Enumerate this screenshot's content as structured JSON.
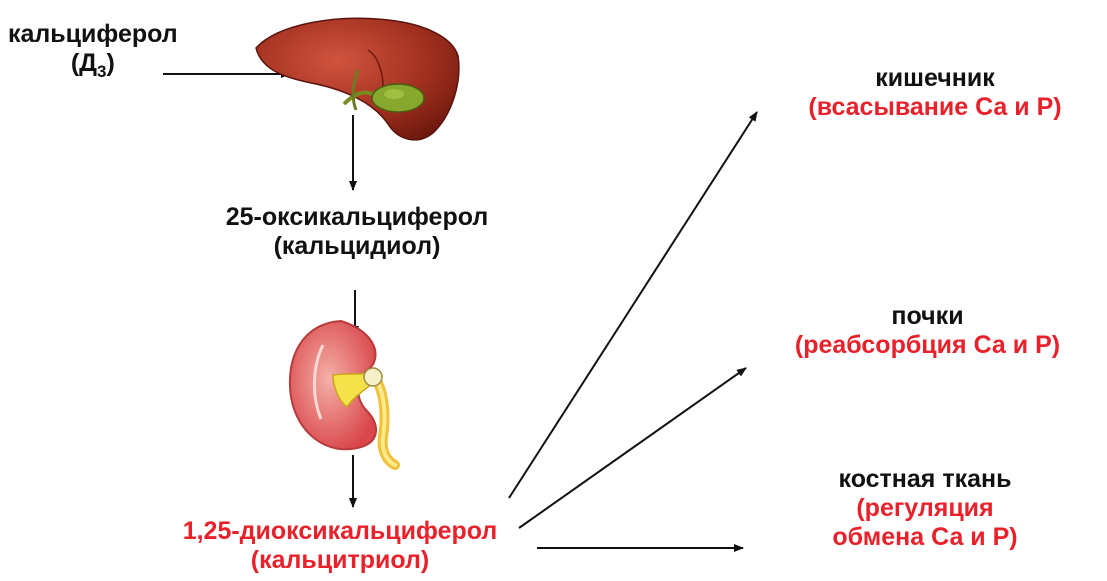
{
  "colors": {
    "text": "#111111",
    "accent": "#e8212a",
    "arrow": "#111111"
  },
  "source": {
    "line1": "кальциферол",
    "line2_main": "(Д",
    "line2_sub": "3",
    "line2_end": ")"
  },
  "step1": {
    "line1": "25-оксикальциферол",
    "line2": "(кальцидиол)"
  },
  "step2": {
    "line1": "1,25-диоксикальциферол",
    "line2": "(кальцитриол)"
  },
  "targets": {
    "intestine": {
      "name": "кишечник",
      "effect": "(всасывание Са и Р)"
    },
    "kidneys": {
      "name": "почки",
      "effect": "(реабсорбция Са и Р)"
    },
    "bone": {
      "name": "костная ткань",
      "effect1": "(регуляция",
      "effect2": "обмена Са и Р)"
    }
  },
  "icons": {
    "organ1": "liver-icon",
    "organ2": "kidney-icon"
  }
}
